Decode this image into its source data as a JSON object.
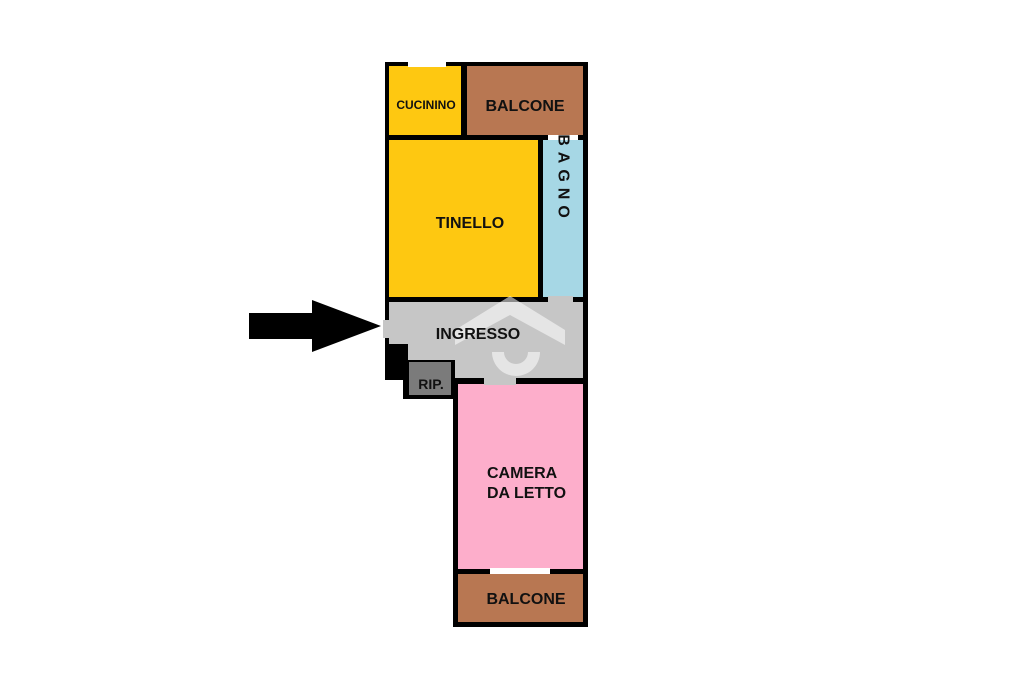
{
  "colors": {
    "background": "#ffffff",
    "wall": "#000000",
    "cucinino": "#fec811",
    "tinello": "#fec811",
    "balcone": "#b87752",
    "bagno": "#a6d7e5",
    "ingresso": "#c6c6c6",
    "ripostiglio": "#7b7b7b",
    "camera": "#fdaecb",
    "arrow": "#000000",
    "watermark": "#ffffff"
  },
  "rooms": {
    "cucinino": "CUCININO",
    "balcone_top": "BALCONE",
    "tinello": "TINELLO",
    "bagno": "BAGNO",
    "ingresso": "INGRESSO",
    "ripostiglio": "RIP.",
    "camera_line1": "CAMERA",
    "camera_line2": "DA LETTO",
    "balcone_bottom": "BALCONE"
  },
  "entrance_arrow_icon": "entrance-arrow-icon",
  "watermark_icon": "house-logo-watermark-icon"
}
